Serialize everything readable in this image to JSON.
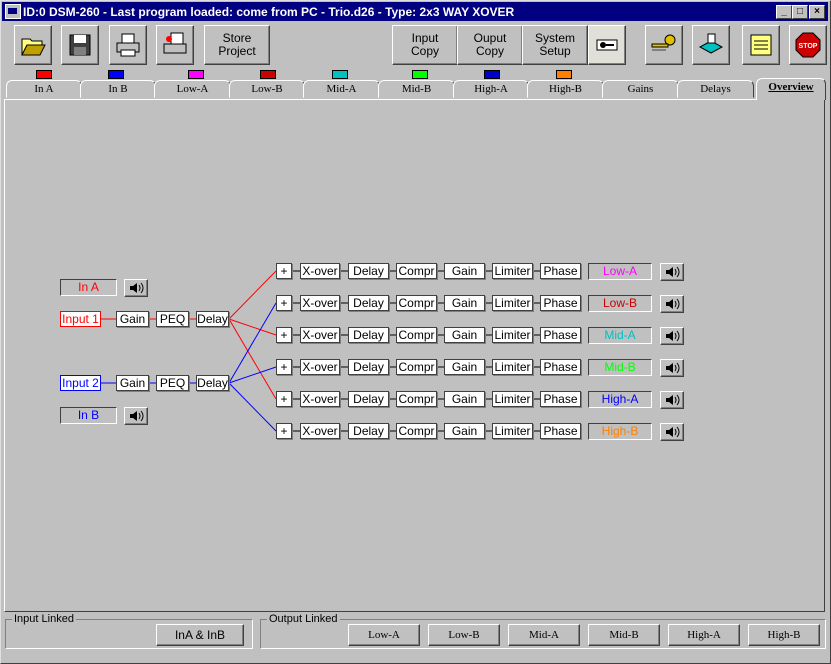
{
  "window": {
    "title": "ID:0 DSM-260 - Last program loaded: come from PC - Trio.d26 - Type: 2x3 WAY XOVER",
    "controls": [
      "_",
      "□",
      "×"
    ]
  },
  "toolbar": {
    "store_project": "Store\nProject",
    "input_copy": "Input\nCopy",
    "output_copy": "Ouput\nCopy",
    "system_setup": "System\nSetup"
  },
  "tabs": [
    {
      "label": "In A",
      "color": "#ff0000"
    },
    {
      "label": "In B",
      "color": "#0000ff"
    },
    {
      "label": "Low-A",
      "color": "#ff00ff"
    },
    {
      "label": "Low-B",
      "color": "#cc0000"
    },
    {
      "label": "Mid-A",
      "color": "#00c0c0"
    },
    {
      "label": "Mid-B",
      "color": "#00ff00"
    },
    {
      "label": "High-A",
      "color": "#0000cc"
    },
    {
      "label": "High-B",
      "color": "#ff8000"
    },
    {
      "label": "Gains",
      "color": ""
    },
    {
      "label": "Delays",
      "color": ""
    },
    {
      "label": "Overview",
      "color": ""
    }
  ],
  "inputs": {
    "in_a_label": "In A",
    "in_b_label": "In B",
    "input1": "Input 1",
    "input2": "Input 2",
    "gain": "Gain",
    "peq": "PEQ",
    "delay": "Delay"
  },
  "chain": {
    "plus": "+",
    "xover": "X-over",
    "delay": "Delay",
    "compr": "Compr",
    "gain": "Gain",
    "limiter": "Limiter",
    "phase": "Phase"
  },
  "outputs": [
    {
      "label": "Low-A",
      "color": "#ff00ff"
    },
    {
      "label": "Low-B",
      "color": "#cc0000"
    },
    {
      "label": "Mid-A",
      "color": "#00c0c0"
    },
    {
      "label": "Mid-B",
      "color": "#00ff00"
    },
    {
      "label": "High-A",
      "color": "#0000ff"
    },
    {
      "label": "High-B",
      "color": "#ff8000"
    }
  ],
  "colors": {
    "input_a": "#ff0000",
    "input_b": "#0000ff"
  },
  "input_linked": {
    "title": "Input Linked",
    "button": "InA & InB"
  },
  "output_linked": {
    "title": "Output Linked",
    "buttons": [
      "Low-A",
      "Low-B",
      "Mid-A",
      "Mid-B",
      "High-A",
      "High-B"
    ]
  }
}
